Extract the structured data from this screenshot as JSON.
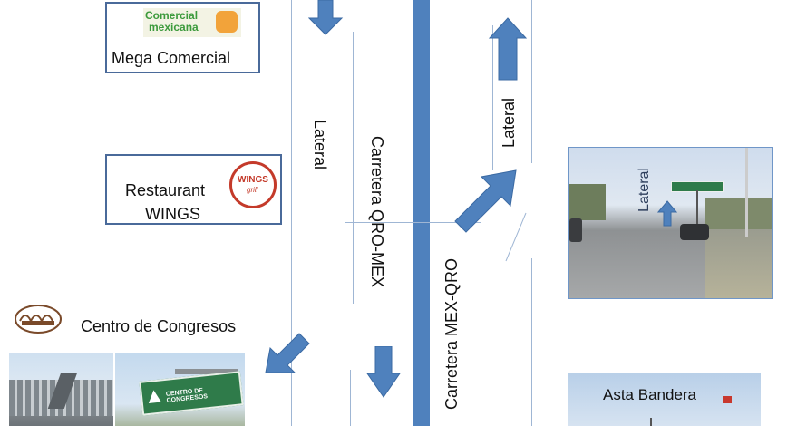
{
  "places": {
    "mega": {
      "name": "Mega Comercial",
      "logo_line1": "Comercial",
      "logo_line2": "mexicana"
    },
    "wings": {
      "name_line1": "Restaurant",
      "name_line2": "WINGS",
      "logo_text": "WINGS",
      "logo_sub": "grill"
    },
    "congresos": {
      "name": "Centro de Congresos",
      "sign_text": "CENTRO DE CONGRESOS"
    },
    "asta": {
      "name": "Asta Bandera"
    }
  },
  "roads": {
    "lateral_left": "Lateral",
    "qro_mex": "Carretera QRO-MEX",
    "mex_qro": "Carretera MEX-QRO",
    "lateral_right": "Lateral",
    "lateral_photo": "Lateral"
  },
  "colors": {
    "arrow": "#4f81bd",
    "road_line": "#9fb6d4",
    "box_border": "#4a6a9a",
    "median": "#4f81bd"
  }
}
